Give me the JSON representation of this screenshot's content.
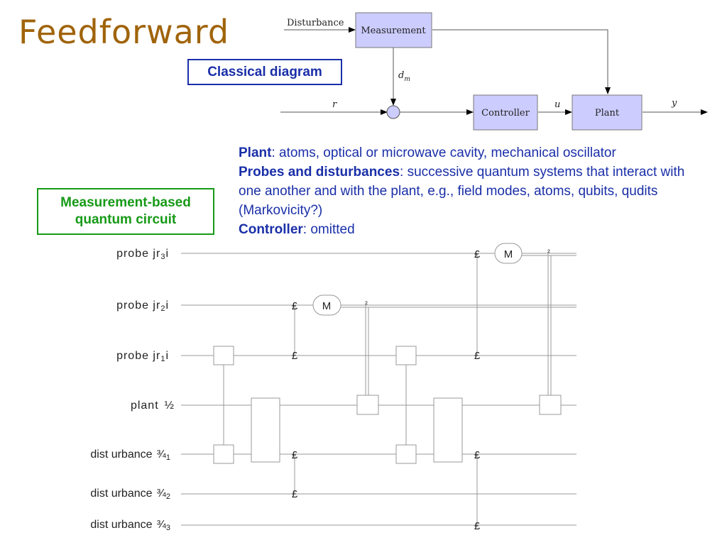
{
  "title": "Feedforward",
  "labels": {
    "classical": "Classical diagram",
    "mbqc_line1": "Measurement-based",
    "mbqc_line2": "quantum circuit"
  },
  "block_diagram": {
    "disturbance": "Disturbance",
    "measurement": "Measurement",
    "controller": "Controller",
    "plant": "Plant",
    "r": "r",
    "u": "u",
    "y": "y",
    "dm_main": "d",
    "dm_sub": "m"
  },
  "description": {
    "plant_label": "Plant",
    "plant_text": ": atoms, optical or microwave cavity, mechanical oscillator",
    "probes_label": "Probes and disturbances",
    "probes_text": ": successive quantum systems that interact with one another and with the plant, e.g., field modes, atoms, qubits, qudits (Markovicity?)",
    "controller_label": "Controller",
    "controller_text": ": omitted"
  },
  "circuit": {
    "wires": [
      {
        "text": "probe jr",
        "sub": "3",
        "suffix": "i"
      },
      {
        "text": "probe jr",
        "sub": "2",
        "suffix": "i"
      },
      {
        "text": "probe jr",
        "sub": "1",
        "suffix": "i"
      },
      {
        "text": "plant",
        "sub": "",
        "suffix": "½"
      },
      {
        "text": "dist urbance",
        "sub": "1",
        "suffix": "¾"
      },
      {
        "text": "dist urbance",
        "sub": "2",
        "suffix": "¾"
      },
      {
        "text": "dist urbance",
        "sub": "3",
        "suffix": "¾"
      }
    ],
    "control_glyph": "£",
    "meter_label": "M",
    "classical_mark": "²"
  },
  "colors": {
    "title": "#a0640a",
    "blue_text": "#1a2fa8",
    "green_text": "#179a17",
    "block_fill": "#ccccff",
    "wire": "#999999"
  }
}
